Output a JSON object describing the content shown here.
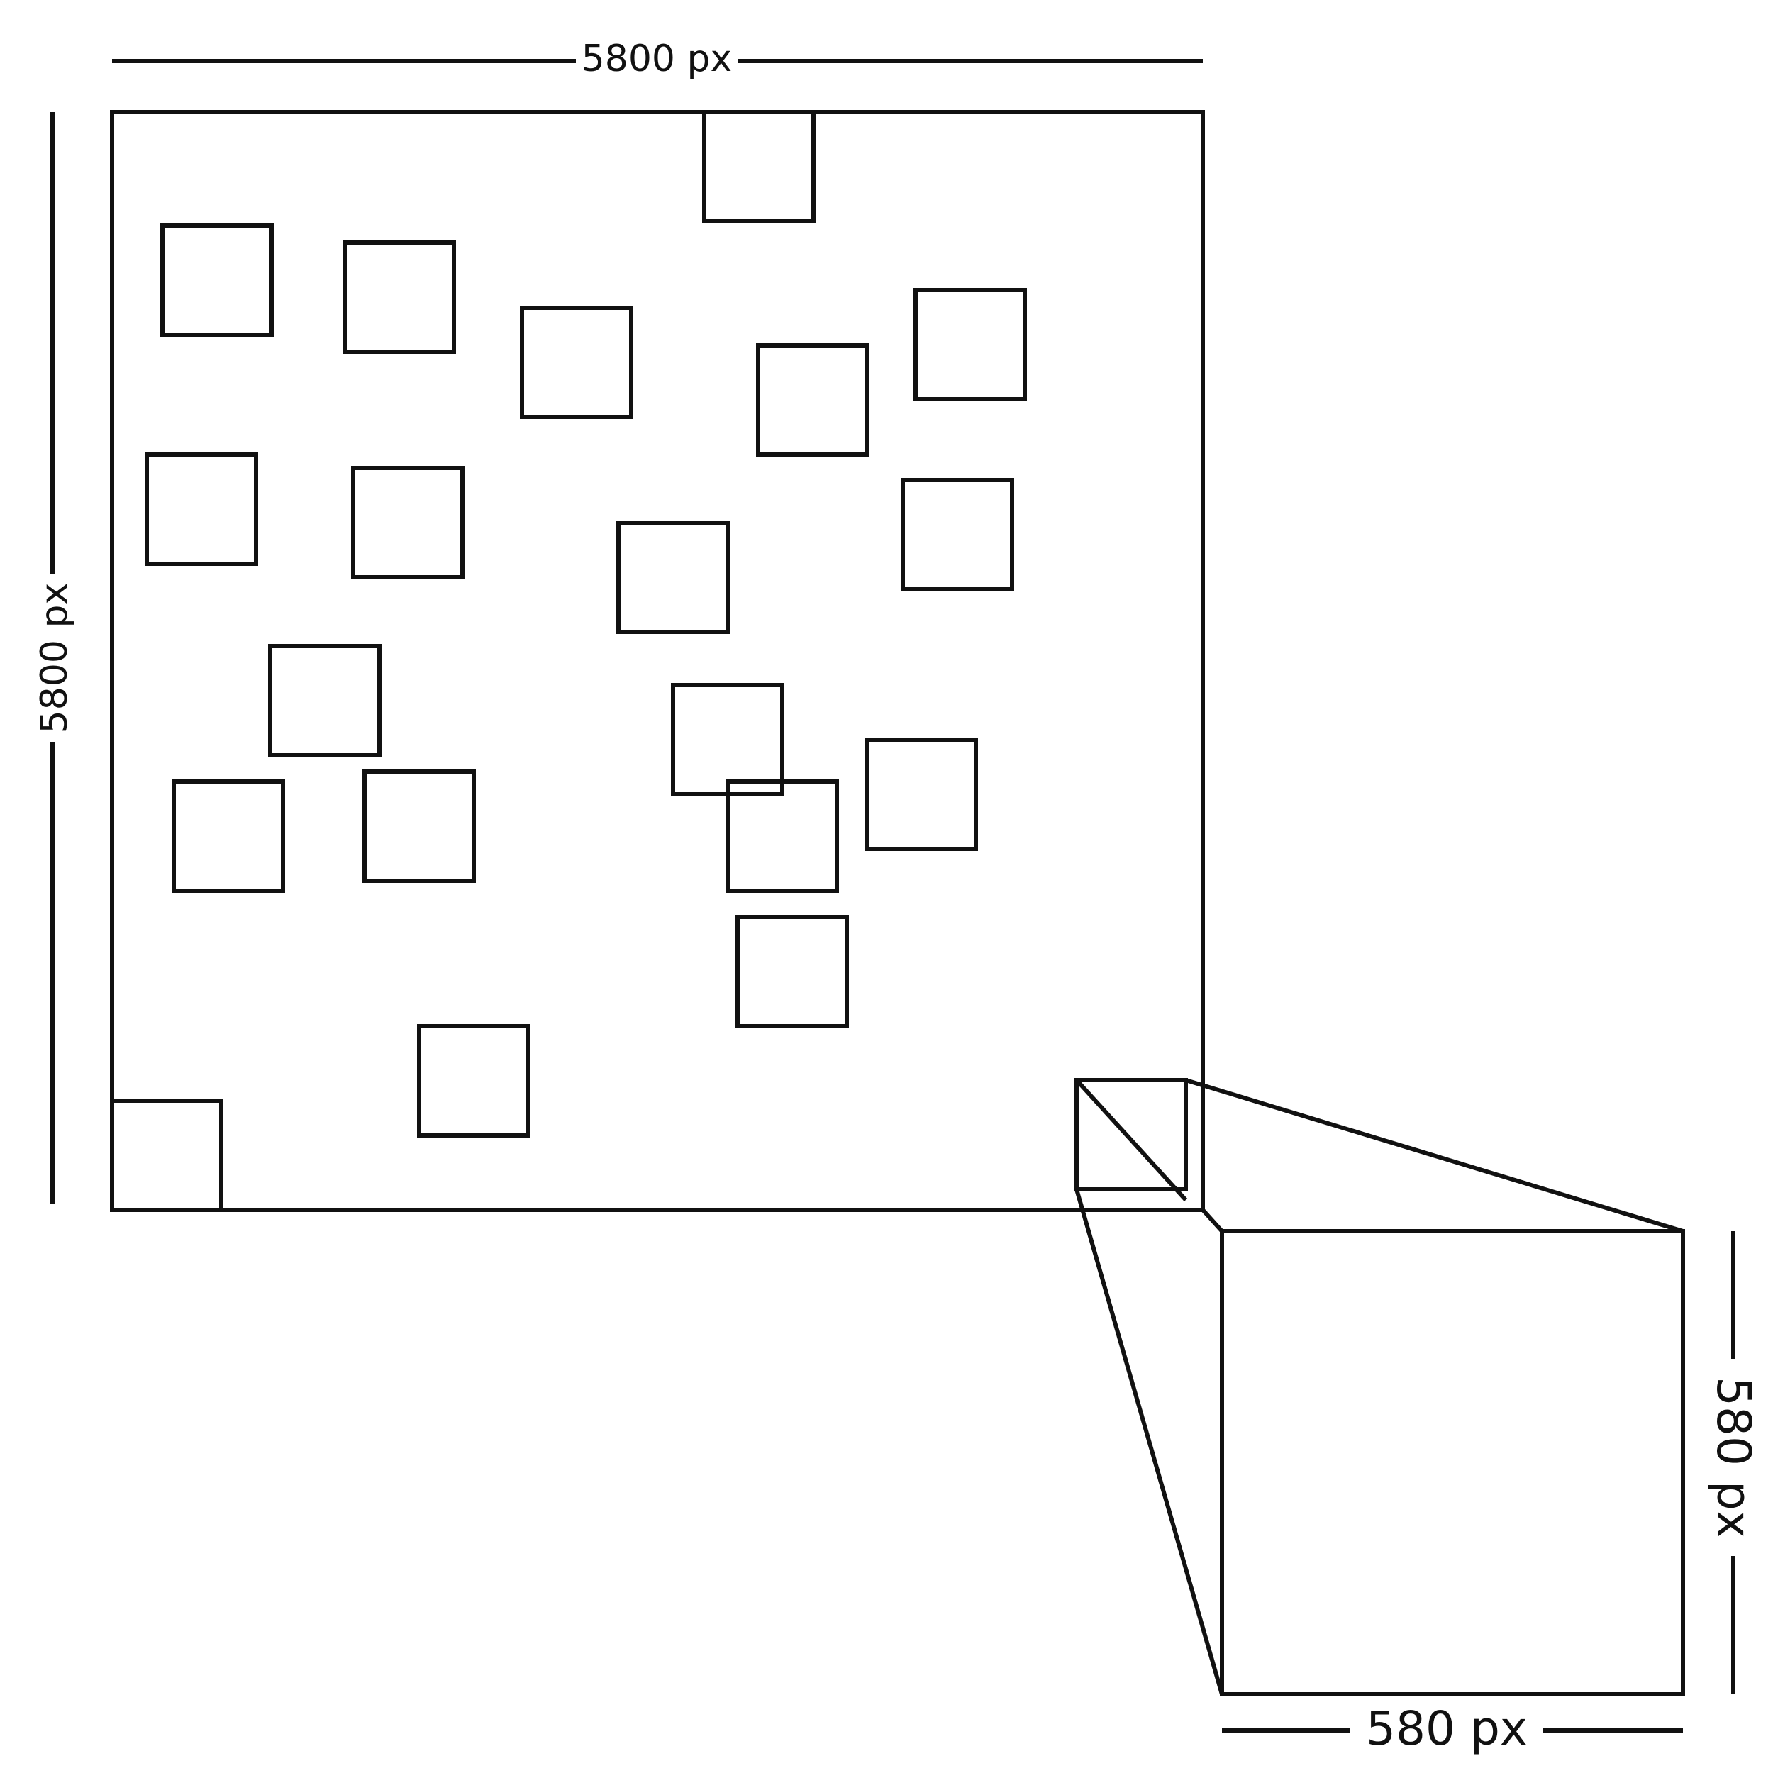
{
  "diagram": {
    "large_width_label": "5800 px",
    "large_height_label": "5800 px",
    "small_width_label": "580 px",
    "small_height_label": "580 px",
    "stroke_color": "#111111",
    "background_color": "#ffffff"
  }
}
